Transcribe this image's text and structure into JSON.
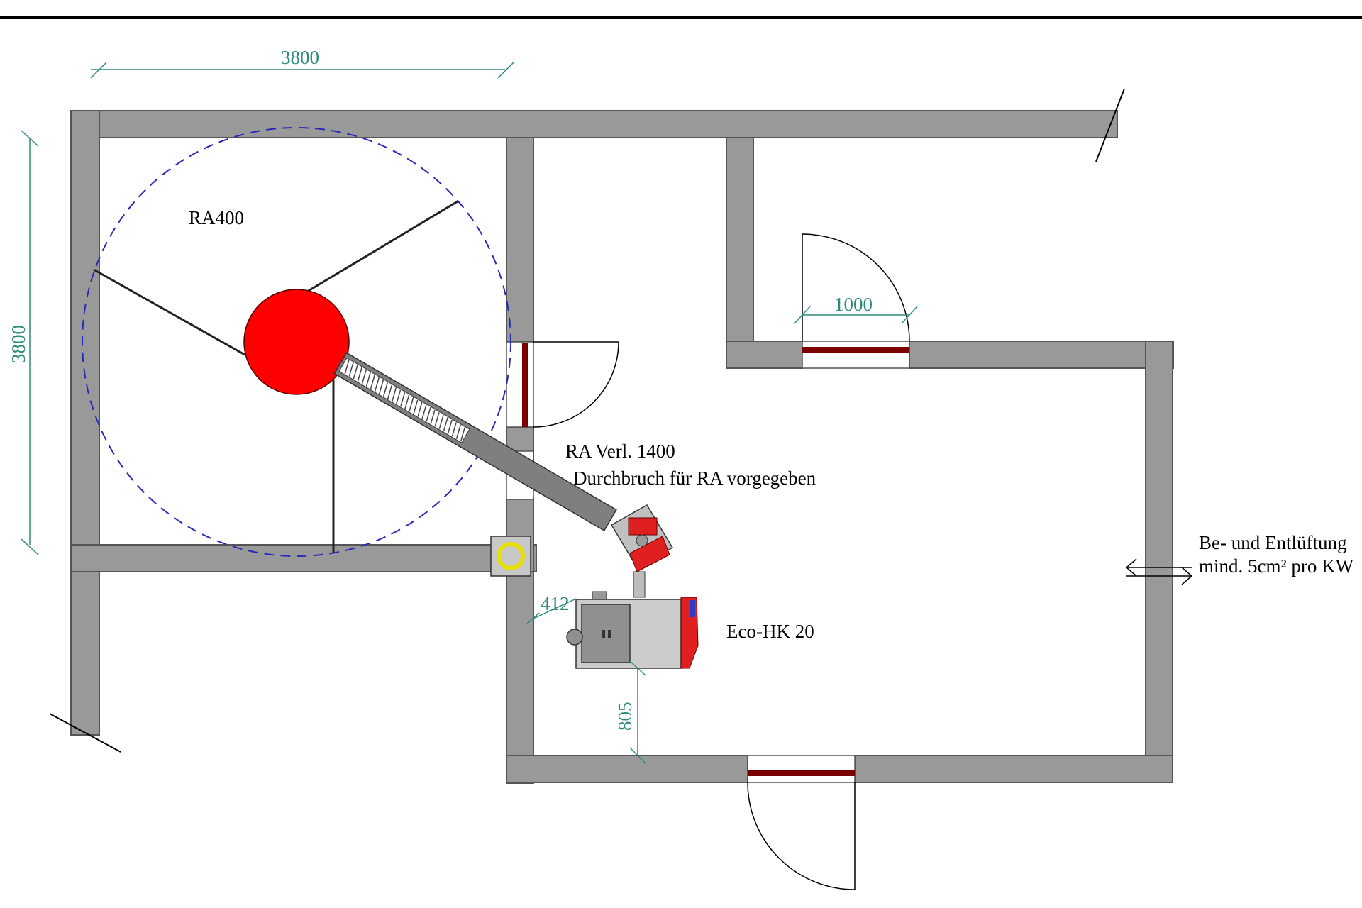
{
  "labels": {
    "silo": "RA400",
    "extension": "RA Verl. 1400",
    "breakthrough": "Durchbruch für RA vorgegeben",
    "boiler": "Eco-HK 20",
    "ventilation_line1": "Be- und Entlüftung",
    "ventilation_line2": "mind. 5cm² pro KW"
  },
  "dimensions": {
    "silo_width": "3800",
    "silo_depth": "3800",
    "door_width": "1000",
    "boiler_side_clearance": "412",
    "boiler_front_clearance": "805"
  },
  "colors": {
    "wall": "#999999",
    "wall_outline": "#555555",
    "silo": "#ff0000",
    "door_leaf": "#7a0000",
    "dimension": "#2e8b7a",
    "radius_circle": "#2a2ab8",
    "flue": "#e8e000"
  }
}
